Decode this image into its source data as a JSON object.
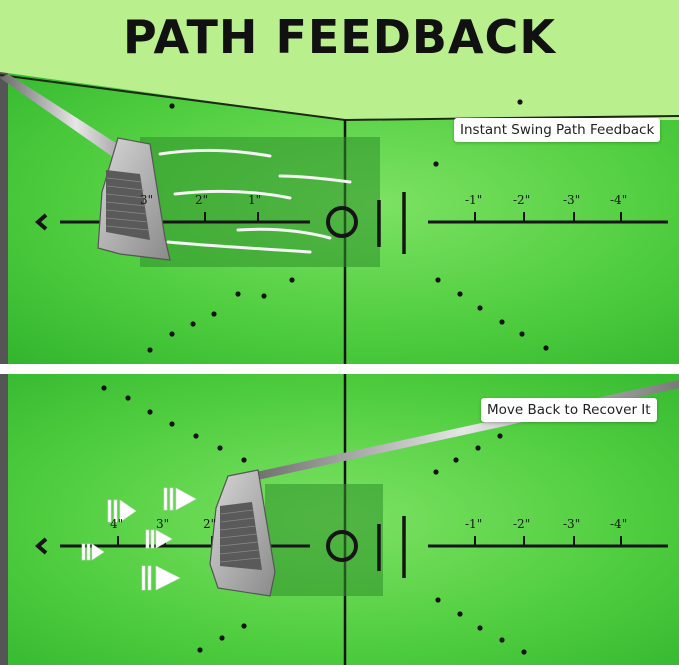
{
  "header": {
    "title": "PATH FEEDBACK"
  },
  "panel_top": {
    "callout": "Instant Swing Path Feedback",
    "ticks_left": [
      "3\"",
      "2\"",
      "1\""
    ],
    "ticks_right": [
      "-1\"",
      "-2\"",
      "-3\"",
      "-4\""
    ]
  },
  "panel_bottom": {
    "callout": "Move Back to Recover It",
    "ticks_left": [
      "4\"",
      "3\"",
      "2\""
    ],
    "ticks_right": [
      "-1\"",
      "-2\"",
      "-3\"",
      "-4\""
    ]
  },
  "colors": {
    "banner": "#b9ef8c",
    "mat": "#3ec33a",
    "mat_light": "#6ddb55",
    "divider": "#ffffff"
  }
}
